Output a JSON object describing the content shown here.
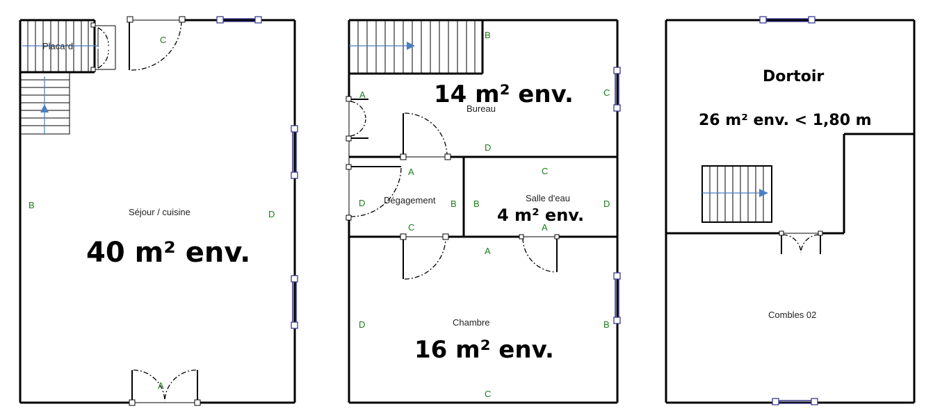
{
  "floor1": {
    "placard": "Placard",
    "room": "Séjour / cuisine",
    "area": "40 m² env.",
    "wall_labels": {
      "top": "C",
      "left": "B",
      "right": "D",
      "bottom": "A"
    }
  },
  "floor2": {
    "bureau": {
      "name": "Bureau",
      "area": "14 m² env."
    },
    "degagement": {
      "name": "Dégagement"
    },
    "salle_eau": {
      "name": "Salle d'eau",
      "area": "4 m² env."
    },
    "chambre": {
      "name": "Chambre",
      "area": "16 m² env."
    },
    "wall_labels": {
      "stair_b": "B",
      "bureau_a": "A",
      "bureau_c": "C",
      "bureau_d": "D",
      "deg_a": "A",
      "deg_d": "D",
      "deg_b": "B",
      "deg_c": "C",
      "sde_c": "C",
      "sde_b": "B",
      "sde_d": "D",
      "sde_a": "A",
      "ch_a": "A",
      "ch_d": "D",
      "ch_b": "B",
      "ch_c": "C"
    }
  },
  "floor3": {
    "dortoir": {
      "name": "Dortoir",
      "area": "26 m² env. < 1,80 m"
    },
    "combles": {
      "name": "Combles 02"
    }
  },
  "colors": {
    "wall": "#000000",
    "window": "#3a3a8c",
    "stair_arrow": "#4a7fc0",
    "wall_label": "#1a7a1a"
  }
}
